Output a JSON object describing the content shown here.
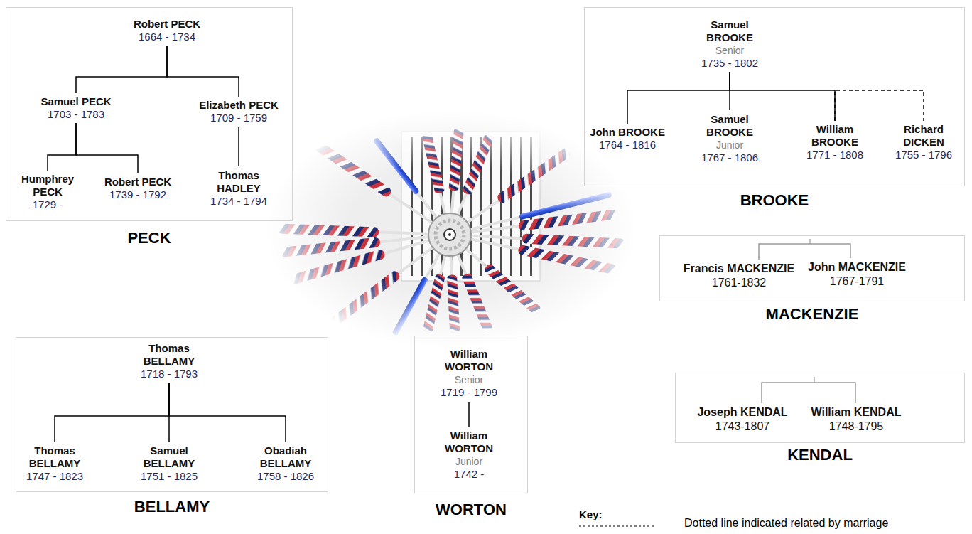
{
  "diagram": {
    "nodes": [
      {
        "text": [
          "PECK"
        ]
      },
      {
        "text": [
          "Robert PECK",
          "1664 - 1734"
        ],
        "in": 0
      },
      {
        "text": [
          "Samuel PECK",
          "1703 - 1783"
        ],
        "in": 0
      },
      {
        "text": [
          "Elizabeth PECK",
          "1709 - 1759"
        ],
        "in": 0
      },
      {
        "text": [
          "Humphrey PECK",
          "1729 -"
        ],
        "in": 0
      },
      {
        "text": [
          "Robert PECK",
          "1739 - 1792"
        ],
        "in": 0
      },
      {
        "text": [
          "Thomas HADLEY",
          "1734 - 1794"
        ],
        "in": 0
      },
      {
        "text": [
          "BROOKE"
        ]
      },
      {
        "text": [
          "Samuel BROOKE",
          "Senior",
          "1735 - 1802"
        ],
        "in": 7
      },
      {
        "text": [
          "John BROOKE",
          "1764 - 1816"
        ],
        "in": 7
      },
      {
        "text": [
          "Samuel BROOKE",
          "Junior",
          "1767 - 1806"
        ],
        "in": 7
      },
      {
        "text": [
          "William BROOKE",
          "1771 - 1808"
        ],
        "in": 7
      },
      {
        "text": [
          "Richard DICKEN",
          "1755 - 1796"
        ],
        "in": 7
      },
      {
        "text": [
          "MACKENZIE"
        ]
      },
      {
        "text": [
          "Francis MACKENZIE",
          "1761-1832"
        ],
        "in": 13
      },
      {
        "text": [
          "John MACKENZIE",
          "1767-1791"
        ],
        "in": 13
      },
      {
        "text": [
          "KENDAL"
        ]
      },
      {
        "text": [
          "Joseph KENDAL",
          "1743-1807"
        ],
        "in": 16
      },
      {
        "text": [
          "William KENDAL",
          "1748-1795"
        ],
        "in": 16
      },
      {
        "text": [
          "BELLAMY"
        ]
      },
      {
        "text": [
          "Thomas BELLAMY",
          "1718 - 1793"
        ],
        "in": 19
      },
      {
        "text": [
          "Thomas BELLAMY",
          "1747 - 1823"
        ],
        "in": 19
      },
      {
        "text": [
          "Samuel BELLAMY",
          "1751 - 1825"
        ],
        "in": 19
      },
      {
        "text": [
          "Obadiah BELLAMY",
          "1758 - 1826"
        ],
        "in": 19
      },
      {
        "text": [
          "WORTON"
        ]
      },
      {
        "text": [
          "William WORTON",
          "Senior",
          "1719 - 1799"
        ],
        "in": 24
      },
      {
        "text": [
          "William WORTON",
          "Junior",
          "1742 -"
        ],
        "in": 24
      }
    ],
    "edges": [
      {
        "from": 1,
        "to": 2,
        "arrow": "none"
      },
      {
        "from": 1,
        "to": 3,
        "arrow": "none"
      },
      {
        "from": 2,
        "to": 4,
        "arrow": "none"
      },
      {
        "from": 2,
        "to": 5,
        "arrow": "none"
      },
      {
        "from": 3,
        "to": 6,
        "arrow": "none"
      },
      {
        "from": 8,
        "to": 9,
        "arrow": "none"
      },
      {
        "from": 8,
        "to": 10,
        "arrow": "none"
      },
      {
        "from": 8,
        "to": 11,
        "arrow": "none"
      },
      {
        "from": 11,
        "to": 12,
        "arrow": "none"
      },
      {
        "from": 14,
        "to": 15,
        "arrow": "none"
      },
      {
        "from": 17,
        "to": 18,
        "arrow": "none"
      },
      {
        "from": 20,
        "to": 21,
        "arrow": "none"
      },
      {
        "from": 20,
        "to": 22,
        "arrow": "none"
      },
      {
        "from": 20,
        "to": 23,
        "arrow": "none"
      },
      {
        "from": 25,
        "to": 26,
        "arrow": "none"
      }
    ],
    "labels": [
      "Key:"
    ],
    "legend": [
      {
        "text": "Dotted line indicated related by marriage"
      }
    ]
  }
}
